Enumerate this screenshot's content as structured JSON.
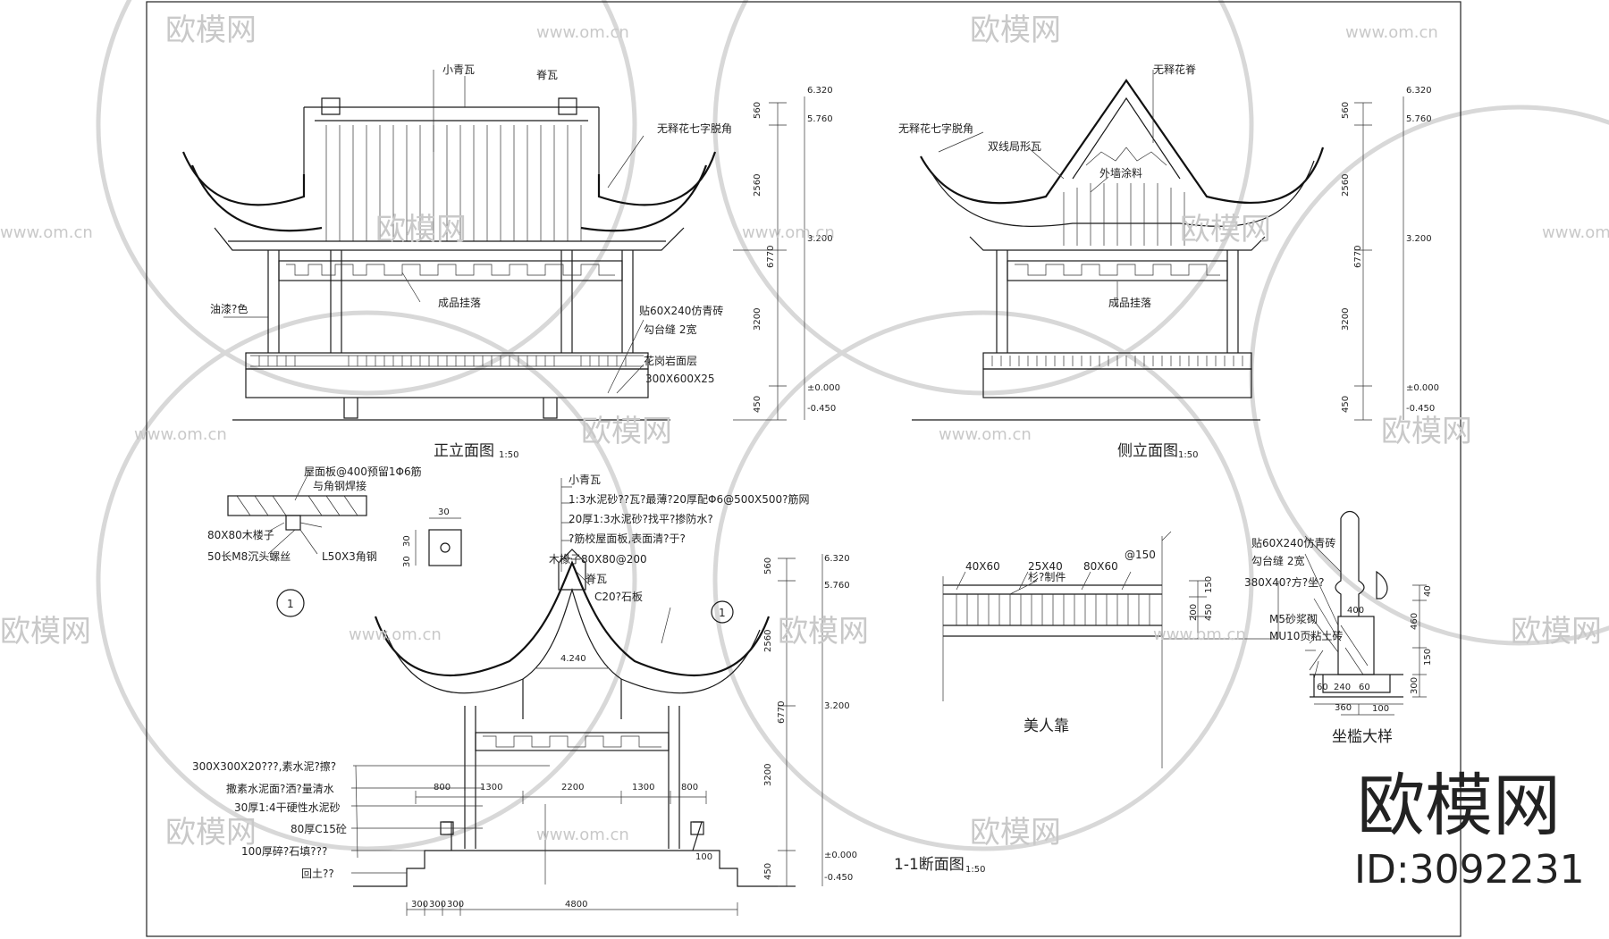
{
  "front_elevation": {
    "title": "正立面图",
    "scale": "1:50",
    "labels": {
      "small_tile": "小青瓦",
      "ridge_tile": "脊瓦",
      "eave_corner": "无释花七字脱角",
      "paint": "油漆?色",
      "hanging_lattice": "成品挂落",
      "brick_note_1": "贴60X240仿青砖",
      "brick_note_2": "勾台缝 2宽",
      "granite_1": "花岗岩面层",
      "granite_2": "300X600X25"
    },
    "dims": [
      "560",
      "2560",
      "6770",
      "3200",
      "450"
    ],
    "levels": [
      "6.320",
      "5.760",
      "3.200",
      "±0.000",
      "-0.450"
    ]
  },
  "side_elevation": {
    "title": "侧立面图",
    "scale": "1:50",
    "labels": {
      "ridge_flower": "无释花脊",
      "eave_corner": "无释花七字脱角",
      "double_line_tile": "双线局形瓦",
      "wall_paint": "外墙涂料",
      "hanging_lattice": "成品挂落"
    },
    "dims": [
      "560",
      "2560",
      "6770",
      "3200",
      "450"
    ],
    "levels": [
      "6.320",
      "5.760",
      "3.200",
      "±0.000",
      "-0.450"
    ]
  },
  "detail_1": {
    "marker": "1",
    "notes": [
      "屋面板@400预留1Φ6筋",
      "与角钢焊接",
      "80X80木楼子",
      "50长M8沉头螺丝",
      "L50X3角钢"
    ],
    "dims": [
      "30",
      "30",
      "30"
    ]
  },
  "section": {
    "title": "1-1断面图",
    "scale": "1:50",
    "roof_layers": [
      "小青瓦",
      "1:3水泥砂??瓦?最薄?20厚配Φ6@500X500?筋网",
      "20厚1:3水泥砂?找平?掺防水?",
      "?筋校屋面板,表面清?于?",
      "木椽子80X80@200"
    ],
    "ridge_tile": "脊瓦",
    "ridge_stone": "C20?石板",
    "floor_layers": [
      "300X300X20???,素水泥?擦?",
      "撒素水泥面?洒?量清水",
      "30厚1:4干硬性水泥砂",
      "80厚C15砼",
      "100厚碎?石填???",
      "回土??"
    ],
    "inner_level": "4.240",
    "marker": "1",
    "span_dims": [
      "800",
      "1300",
      "2200",
      "1300",
      "800"
    ],
    "base_dims": [
      "300",
      "300",
      "300",
      "4800"
    ],
    "post_dim": "100",
    "vdims": [
      "560",
      "2560",
      "6770",
      "3200",
      "450"
    ],
    "levels": [
      "6.320",
      "5.760",
      "3.200",
      "±0.000",
      "-0.450"
    ]
  },
  "bench": {
    "title": "美人靠",
    "labels": [
      "40X60",
      "25X40",
      "80X60",
      "@150",
      "杉?制件"
    ],
    "dims": [
      "150",
      "200",
      "450"
    ]
  },
  "seat_detail": {
    "title": "坐槛大样",
    "labels": [
      "贴60X240仿青砖",
      "勾台缝 2宽",
      "380X40?方?坐?",
      "M5砂浆砌",
      "MU10页粘土砖"
    ],
    "dims": [
      "400",
      "60",
      "240",
      "60",
      "360",
      "100",
      "460",
      "40",
      "150",
      "300"
    ]
  },
  "watermark": {
    "brand": "欧模网",
    "url": "www.om.cn",
    "id": "ID:3092231"
  }
}
